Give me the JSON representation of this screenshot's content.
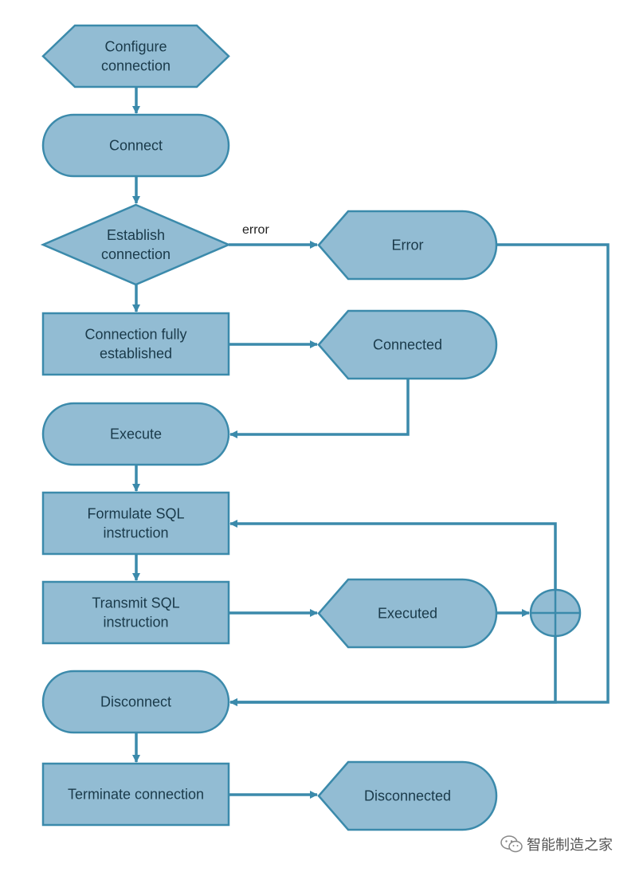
{
  "colors": {
    "fill": "#92bcd3",
    "stroke": "#3b8aab",
    "text": "#1a3a4a",
    "edge_label": "#222222"
  },
  "nodes": {
    "configure_connection": {
      "shape": "hexagon",
      "lines": [
        "Configure",
        "connection"
      ]
    },
    "connect": {
      "shape": "terminator",
      "lines": [
        "Connect"
      ]
    },
    "establish_connection": {
      "shape": "decision",
      "lines": [
        "Establish",
        "connection"
      ]
    },
    "error": {
      "shape": "display",
      "lines": [
        "Error"
      ]
    },
    "connection_fully_established": {
      "shape": "process",
      "lines": [
        "Connection fully",
        "established"
      ]
    },
    "connected": {
      "shape": "display",
      "lines": [
        "Connected"
      ]
    },
    "execute": {
      "shape": "terminator",
      "lines": [
        "Execute"
      ]
    },
    "formulate_sql": {
      "shape": "process",
      "lines": [
        "Formulate SQL",
        "instruction"
      ]
    },
    "transmit_sql": {
      "shape": "process",
      "lines": [
        "Transmit SQL",
        "instruction"
      ]
    },
    "executed": {
      "shape": "display",
      "lines": [
        "Executed"
      ]
    },
    "or_junction": {
      "shape": "or-junction",
      "lines": []
    },
    "disconnect": {
      "shape": "terminator",
      "lines": [
        "Disconnect"
      ]
    },
    "terminate_connection": {
      "shape": "process",
      "lines": [
        "Terminate connection"
      ]
    },
    "disconnected": {
      "shape": "display",
      "lines": [
        "Disconnected"
      ]
    }
  },
  "edges": [
    {
      "from": "configure_connection",
      "to": "connect"
    },
    {
      "from": "connect",
      "to": "establish_connection"
    },
    {
      "from": "establish_connection",
      "to": "error",
      "label": "error"
    },
    {
      "from": "establish_connection",
      "to": "connection_fully_established"
    },
    {
      "from": "connection_fully_established",
      "to": "connected"
    },
    {
      "from": "connected",
      "to": "execute"
    },
    {
      "from": "execute",
      "to": "formulate_sql"
    },
    {
      "from": "formulate_sql",
      "to": "transmit_sql"
    },
    {
      "from": "transmit_sql",
      "to": "executed"
    },
    {
      "from": "executed",
      "to": "or_junction"
    },
    {
      "from": "or_junction",
      "to": "formulate_sql"
    },
    {
      "from": "or_junction",
      "to": "disconnect"
    },
    {
      "from": "error",
      "to": "disconnect"
    },
    {
      "from": "disconnect",
      "to": "terminate_connection"
    },
    {
      "from": "terminate_connection",
      "to": "disconnected"
    }
  ],
  "watermark": {
    "text": "智能制造之家",
    "icon": "wechat-icon"
  }
}
